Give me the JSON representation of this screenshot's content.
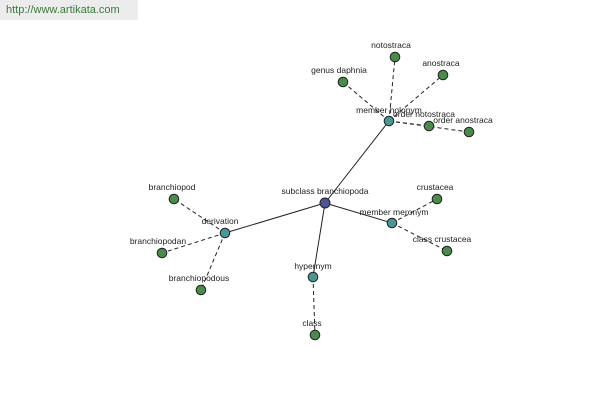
{
  "banner": {
    "url": "http://www.artikata.com"
  },
  "colors": {
    "center": "#4b5596",
    "relation": "#4a9696",
    "leaf": "#4a8a4a",
    "edge": "#222222"
  },
  "graph": {
    "nodes": [
      {
        "id": "center",
        "label": "subclass branchiopoda",
        "kind": "center"
      },
      {
        "id": "holonym",
        "label": "member holonym",
        "kind": "relation"
      },
      {
        "id": "derivation",
        "label": "derivation",
        "kind": "relation"
      },
      {
        "id": "meronym",
        "label": "member meronym",
        "kind": "relation"
      },
      {
        "id": "hypernym",
        "label": "hypernym",
        "kind": "relation"
      },
      {
        "id": "notostraca",
        "label": "notostraca",
        "kind": "leaf"
      },
      {
        "id": "genus-daphnia",
        "label": "genus daphnia",
        "kind": "leaf"
      },
      {
        "id": "anostraca",
        "label": "anostraca",
        "kind": "leaf"
      },
      {
        "id": "order-notostraca",
        "label": "order notostraca",
        "kind": "leaf"
      },
      {
        "id": "order-anostraca",
        "label": "order anostraca",
        "kind": "leaf"
      },
      {
        "id": "branchiopod",
        "label": "branchiopod",
        "kind": "leaf"
      },
      {
        "id": "branchiopodan",
        "label": "branchiopodan",
        "kind": "leaf"
      },
      {
        "id": "branchiopodous",
        "label": "branchiopodous",
        "kind": "leaf"
      },
      {
        "id": "crustacea",
        "label": "crustacea",
        "kind": "leaf"
      },
      {
        "id": "class-crustacea",
        "label": "class crustacea",
        "kind": "leaf"
      },
      {
        "id": "class",
        "label": "class",
        "kind": "leaf"
      }
    ],
    "edges": [
      {
        "from": "center",
        "to": "holonym",
        "style": "solid"
      },
      {
        "from": "center",
        "to": "derivation",
        "style": "solid"
      },
      {
        "from": "center",
        "to": "meronym",
        "style": "solid"
      },
      {
        "from": "center",
        "to": "hypernym",
        "style": "solid"
      },
      {
        "from": "holonym",
        "to": "notostraca",
        "style": "dashed"
      },
      {
        "from": "holonym",
        "to": "genus-daphnia",
        "style": "dashed"
      },
      {
        "from": "holonym",
        "to": "anostraca",
        "style": "dashed"
      },
      {
        "from": "holonym",
        "to": "order-notostraca",
        "style": "dashed"
      },
      {
        "from": "holonym",
        "to": "order-anostraca",
        "style": "dashed"
      },
      {
        "from": "derivation",
        "to": "branchiopod",
        "style": "dashed"
      },
      {
        "from": "derivation",
        "to": "branchiopodan",
        "style": "dashed"
      },
      {
        "from": "derivation",
        "to": "branchiopodous",
        "style": "dashed"
      },
      {
        "from": "meronym",
        "to": "crustacea",
        "style": "dashed"
      },
      {
        "from": "meronym",
        "to": "class-crustacea",
        "style": "dashed"
      },
      {
        "from": "hypernym",
        "to": "class",
        "style": "dashed"
      }
    ]
  }
}
